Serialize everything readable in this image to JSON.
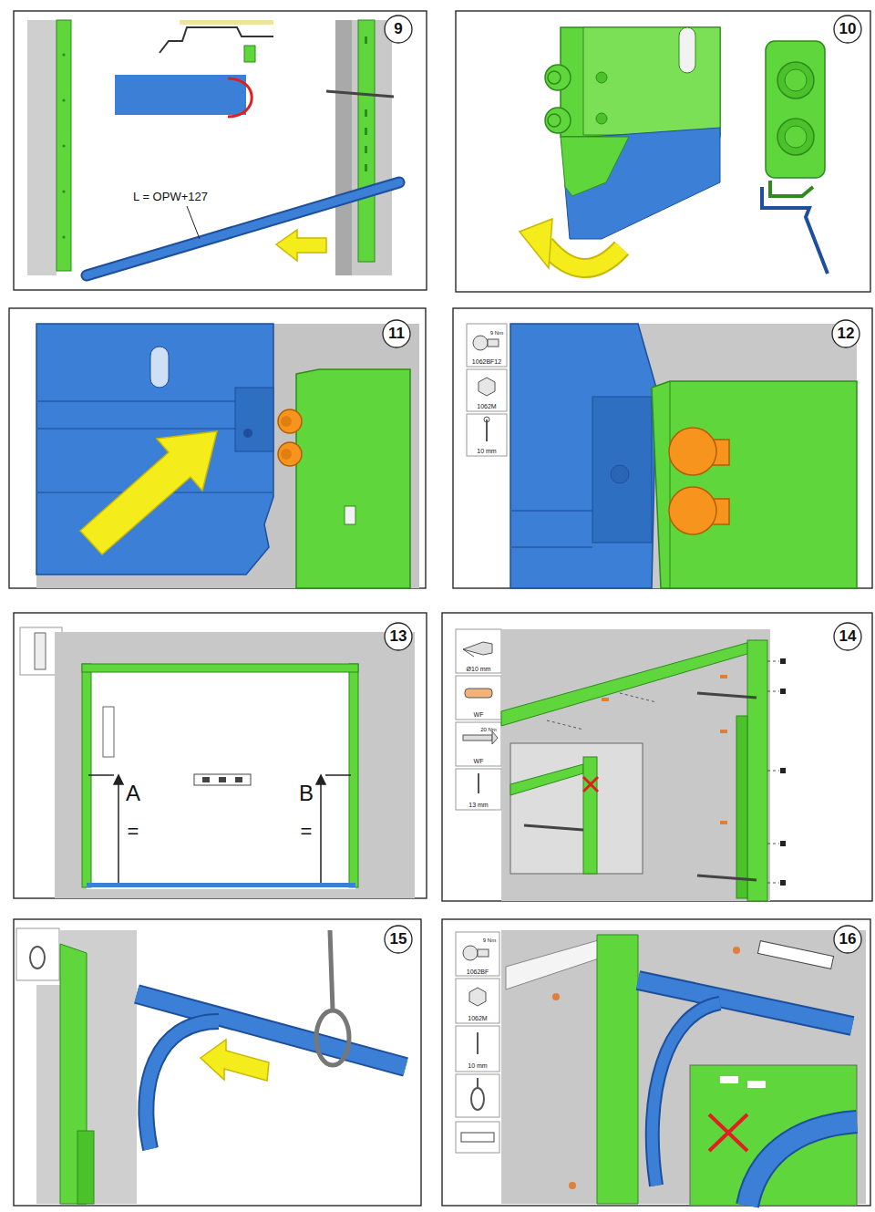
{
  "diagram": {
    "labels": [
      "9",
      "L = OPW+127",
      "10",
      "11",
      "12",
      "9 Nm",
      "1062BF12",
      "1062M",
      "10 mm",
      "13",
      "A",
      "B",
      "=",
      "=",
      "14",
      "Ø10 mm",
      "WF",
      "20 Nm",
      "WF",
      "13 mm",
      "15",
      "16",
      "9 Nm",
      "1062BF",
      "1062M",
      "10 mm"
    ]
  }
}
